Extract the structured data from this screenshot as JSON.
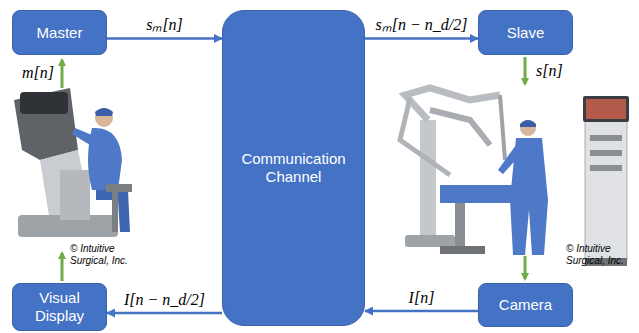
{
  "diagram": {
    "nodes": [
      {
        "text": [
          "Master"
        ]
      },
      {
        "text": [
          "Communication Channel"
        ]
      },
      {
        "text": [
          "Slave"
        ]
      },
      {
        "text": [
          "Visual Display"
        ]
      },
      {
        "text": [
          "Camera"
        ]
      }
    ],
    "edges": [
      {
        "from": 0,
        "to": 1,
        "label": "sₘ[n]",
        "arrow": "to"
      },
      {
        "from": 1,
        "to": 2,
        "label": "sₘ[n − n_d/2]",
        "arrow": "to"
      },
      {
        "from": 4,
        "to": 1,
        "label": "I[n]",
        "arrow": "to"
      },
      {
        "from": 1,
        "to": 3,
        "label": "I[n − n_d/2]",
        "arrow": "to"
      }
    ],
    "labels": [
      "m[n]",
      "s[n]",
      "© Intuitive Surgical, Inc.",
      "© Intuitive Surgical, Inc."
    ]
  }
}
